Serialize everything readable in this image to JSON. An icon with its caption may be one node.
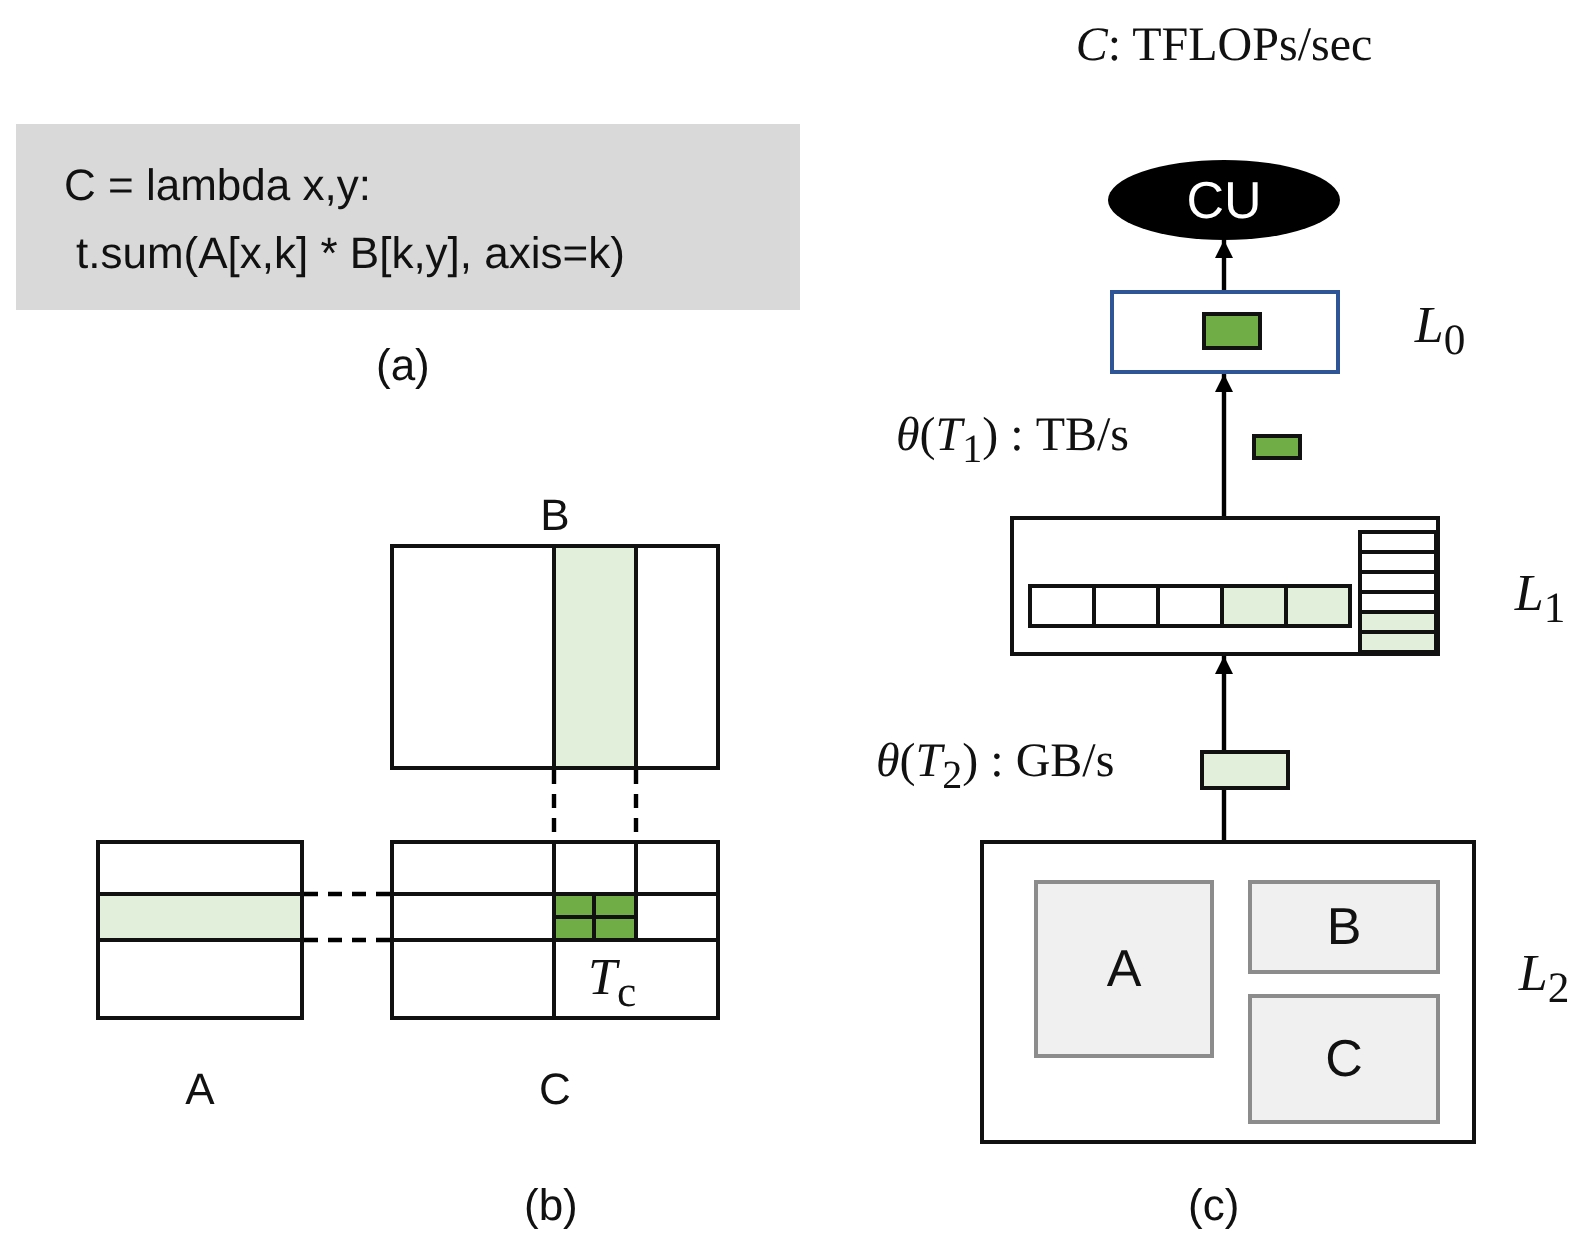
{
  "diagram": {
    "nodes": [
      {
        "text": [
          "C = lambda x,y:",
          "t.sum(A[x,k] * B[k,y], axis=k)"
        ]
      },
      {
        "text": [
          "B"
        ]
      },
      {
        "text": [
          "A"
        ]
      },
      {
        "text": [
          "C"
        ]
      },
      {
        "text": [
          "CU"
        ],
        "beside": [
          "*C*: TFLOPs/sec"
        ]
      },
      {
        "text": [],
        "shape": "box",
        "beside": [
          "*L*$_{0}$"
        ]
      },
      {
        "text": [],
        "shape": "box",
        "beside": [
          "*L*$_{1}$"
        ]
      },
      {
        "text": [],
        "shape": "box",
        "beside": [
          "*L*$_{2}$"
        ]
      },
      {
        "text": [
          "A"
        ],
        "in": 7
      },
      {
        "text": [
          "B"
        ],
        "in": 7
      },
      {
        "text": [
          "C"
        ],
        "in": 7
      }
    ],
    "edges": [
      {
        "from": 2,
        "to": 3,
        "arrow": "none",
        "style": "dashed"
      },
      {
        "from": 2,
        "to": 3,
        "arrow": "none",
        "style": "dashed"
      },
      {
        "from": 1,
        "to": 3,
        "arrow": "none",
        "style": "dashed"
      },
      {
        "from": 1,
        "to": 3,
        "arrow": "none",
        "style": "dashed"
      },
      {
        "from": 7,
        "to": 6,
        "arrow": "to",
        "label": "*θ*(*T*$_{2}$) : GB/s"
      },
      {
        "from": 6,
        "to": 5,
        "arrow": "to",
        "label": "*θ*(*T*$_{1}$) : TB/s"
      },
      {
        "from": 5,
        "to": 4,
        "arrow": "to"
      }
    ],
    "labels": [
      "(a)",
      "*T*$_{c}$",
      "(b)",
      "(c)"
    ]
  }
}
